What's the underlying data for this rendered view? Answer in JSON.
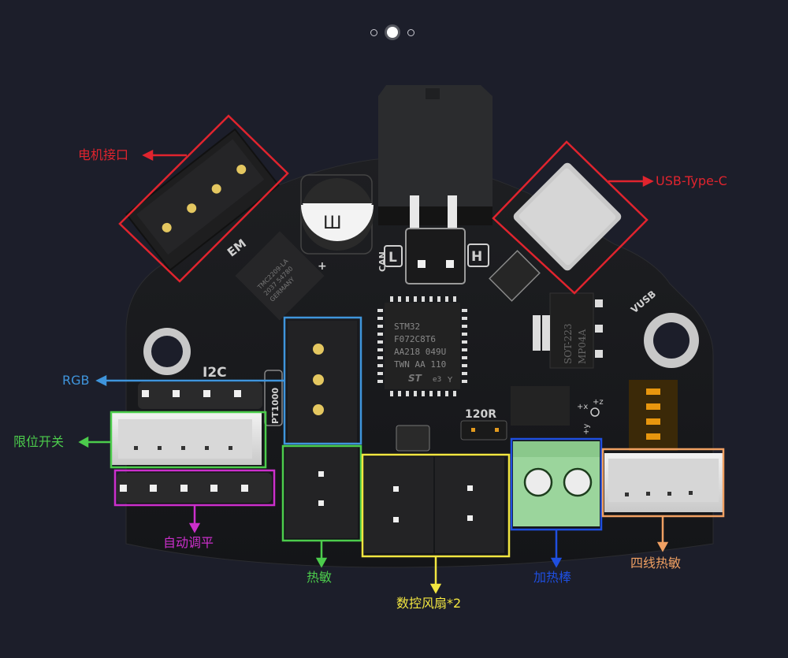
{
  "carousel": {
    "count": 3,
    "active_index": 1
  },
  "board": {
    "silkscreen": {
      "i2c": "I2C",
      "pt1000": "PT1000",
      "can": "CAN",
      "can_l": "L",
      "can_h": "H",
      "r120": "120R",
      "vusb": "VUSB",
      "em": "EM",
      "plus": "+",
      "battery_mark": "Ш",
      "axes": {
        "x": "+x",
        "y": "+y",
        "z": "+z"
      }
    },
    "chips": {
      "mcu": [
        "STM32",
        "F072C8T6",
        "AA218 049U",
        "TWN AA 110"
      ],
      "mcu_logo": "ST",
      "mcu_e3": "e3",
      "mcu_y": "Y",
      "driver": [
        "TMC2209-LA",
        "2037 54780",
        "GERMANY"
      ],
      "regulator": [
        "SOT-223",
        "MP04A"
      ]
    }
  },
  "annotations": [
    {
      "id": "motor",
      "label": "电机接口",
      "color": "#e0242e"
    },
    {
      "id": "usb",
      "label": "USB-Type-C",
      "color": "#e0242e"
    },
    {
      "id": "rgb",
      "label": "RGB",
      "color": "#3f95dc"
    },
    {
      "id": "endstop",
      "label": "限位开关",
      "color": "#4ccc4c"
    },
    {
      "id": "autolevel",
      "label": "自动调平",
      "color": "#cc2fcc"
    },
    {
      "id": "thermistor",
      "label": "热敏",
      "color": "#4ccc4c"
    },
    {
      "id": "fans",
      "label": "数控风扇*2",
      "color": "#f2e640"
    },
    {
      "id": "heater",
      "label": "加热棒",
      "color": "#1f4fe0"
    },
    {
      "id": "four_wire",
      "label": "四线热敏",
      "color": "#f0a062"
    }
  ]
}
